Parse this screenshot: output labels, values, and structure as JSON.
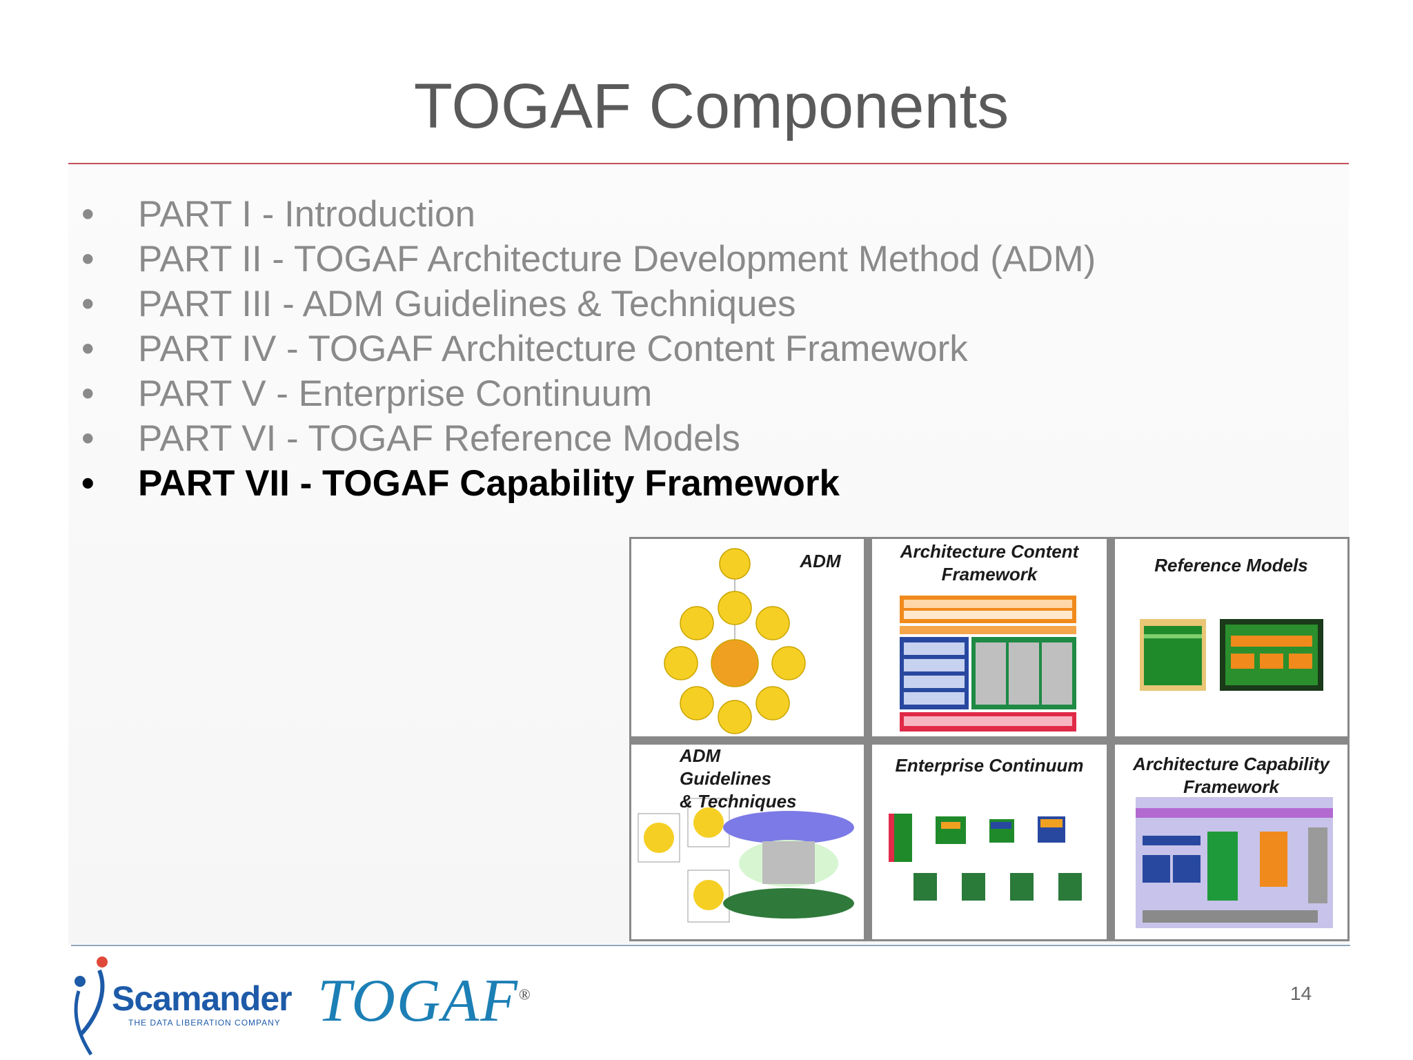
{
  "slide": {
    "title": "TOGAF Components",
    "page_number": "14"
  },
  "bullets": [
    {
      "text": "PART I - Introduction",
      "current": false
    },
    {
      "text": "PART II - TOGAF Architecture Development Method (ADM)",
      "current": false
    },
    {
      "text": "PART III - ADM Guidelines & Techniques",
      "current": false
    },
    {
      "text": "PART IV - TOGAF Architecture Content Framework",
      "current": false
    },
    {
      "text": "PART V - Enterprise Continuum",
      "current": false
    },
    {
      "text": "PART VI - TOGAF Reference Models",
      "current": false
    },
    {
      "text": "PART VII - TOGAF Capability Framework",
      "current": true
    }
  ],
  "bullet_glyph": "•",
  "diagram_tiles": [
    {
      "label_line1": "ADM",
      "label_line2": ""
    },
    {
      "label_line1": "Architecture Content",
      "label_line2": "Framework"
    },
    {
      "label_line1": "Reference Models",
      "label_line2": ""
    },
    {
      "label_line1": "ADM  Guidelines",
      "label_line2": "& Techniques"
    },
    {
      "label_line1": "Enterprise Continuum",
      "label_line2": ""
    },
    {
      "label_line1": "Architecture Capability",
      "label_line2": "Framework"
    }
  ],
  "logos": {
    "scamander_name": "Scamander",
    "scamander_tagline": "THE DATA LIBERATION COMPANY",
    "togaf_name": "TOGAF",
    "togaf_mark": "®"
  },
  "colors": {
    "title": "#5a5a5a",
    "bullet_text": "#8a8a8a",
    "bullet_current": "#000000",
    "title_rule": "#c0505a",
    "footer_rule": "#8ca5bb",
    "adm_yellow": "#f5cf24",
    "acf_orange": "#f08a1c",
    "acf_blue": "#2848a0",
    "acf_red": "#e02a48",
    "ref_green": "#1f8a2a",
    "capability_lavender": "#c7c3ea"
  }
}
